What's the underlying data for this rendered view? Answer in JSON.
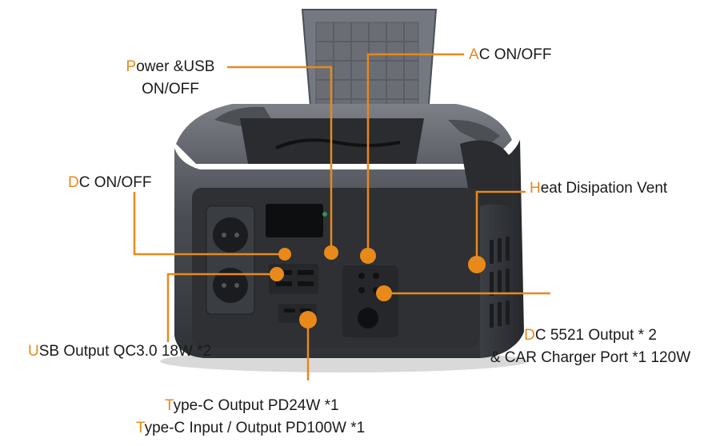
{
  "colors": {
    "accent": "#e8891a",
    "text": "#1a1a1a",
    "body_dark": "#3a3d42",
    "body_mid": "#55595f",
    "lid": "#6e7278",
    "panel": "#2b2d31"
  },
  "labels": {
    "power_usb_switch": {
      "line1": "Power &USB",
      "line2": "ON/OFF"
    },
    "ac_switch": {
      "text": "AC ON/OFF"
    },
    "dc_switch": {
      "text": "DC ON/OFF"
    },
    "heat_vent": {
      "text": "Heat Disipation Vent"
    },
    "usb_output": {
      "text": "USB Output QC3.0 18W *2"
    },
    "dc_output": {
      "line1": "DC 5521 Output * 2",
      "line2": "& CAR Charger Port *1 120W"
    },
    "typec": {
      "line1": "Type-C Output PD24W *1",
      "line2": "Type-C Input / Output PD100W *1"
    }
  }
}
